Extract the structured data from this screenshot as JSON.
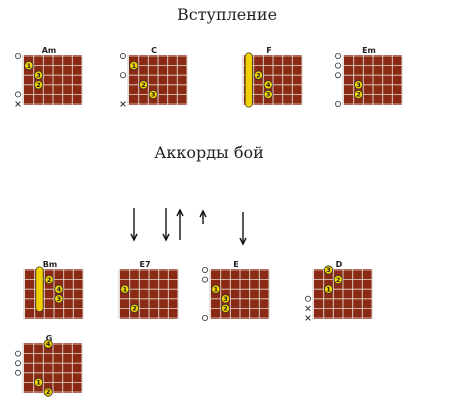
{
  "headings": {
    "intro": "Вступление",
    "chords": "Аккорды  бой"
  },
  "colors": {
    "board": "#8b2a14",
    "fret": "#d9c9c0",
    "string": "#e7d9cf",
    "dot_fill": "#f1d100",
    "dot_stroke": "#2a2a2a",
    "barre": "#f1d100",
    "arrow": "#111111"
  },
  "strum_pattern": [
    "down",
    "down",
    "up",
    "up",
    "down"
  ],
  "chords": [
    {
      "name": "Am",
      "group": "intro",
      "open": [
        1,
        5
      ],
      "muted": [
        6
      ],
      "barre": null,
      "fingers": [
        {
          "string": 2,
          "fret": 1,
          "finger": "1"
        },
        {
          "string": 3,
          "fret": 2,
          "finger": "3"
        },
        {
          "string": 4,
          "fret": 2,
          "finger": "2"
        }
      ]
    },
    {
      "name": "C",
      "group": "intro",
      "open": [
        1,
        3
      ],
      "muted": [
        6
      ],
      "barre": null,
      "fingers": [
        {
          "string": 2,
          "fret": 1,
          "finger": "1"
        },
        {
          "string": 4,
          "fret": 2,
          "finger": "2"
        },
        {
          "string": 5,
          "fret": 3,
          "finger": "3"
        }
      ]
    },
    {
      "name": "F",
      "group": "intro",
      "open": [],
      "muted": [],
      "barre": {
        "fret": 1,
        "from": 1,
        "to": 6
      },
      "fingers": [
        {
          "string": 3,
          "fret": 2,
          "finger": "2"
        },
        {
          "string": 4,
          "fret": 3,
          "finger": "4"
        },
        {
          "string": 5,
          "fret": 3,
          "finger": "3"
        }
      ]
    },
    {
      "name": "Em",
      "group": "intro",
      "open": [
        1,
        2,
        3,
        6
      ],
      "muted": [],
      "barre": null,
      "fingers": [
        {
          "string": 4,
          "fret": 2,
          "finger": "3"
        },
        {
          "string": 5,
          "fret": 2,
          "finger": "2"
        }
      ]
    },
    {
      "name": "Bm",
      "group": "fight",
      "open": [],
      "muted": [],
      "barre": {
        "fret": 2,
        "from": 1,
        "to": 5
      },
      "fingers": [
        {
          "string": 2,
          "fret": 3,
          "finger": "2"
        },
        {
          "string": 3,
          "fret": 4,
          "finger": "4"
        },
        {
          "string": 4,
          "fret": 4,
          "finger": "3"
        }
      ]
    },
    {
      "name": "E7",
      "group": "fight",
      "open": [],
      "muted": [],
      "barre": null,
      "fingers": [
        {
          "string": 3,
          "fret": 1,
          "finger": "1"
        },
        {
          "string": 5,
          "fret": 2,
          "finger": "2"
        }
      ]
    },
    {
      "name": "E",
      "group": "fight",
      "open": [
        1,
        2,
        6
      ],
      "muted": [],
      "barre": null,
      "fingers": [
        {
          "string": 3,
          "fret": 1,
          "finger": "1"
        },
        {
          "string": 4,
          "fret": 2,
          "finger": "3"
        },
        {
          "string": 5,
          "fret": 2,
          "finger": "2"
        }
      ]
    },
    {
      "name": "D",
      "group": "fight",
      "open": [
        4
      ],
      "muted": [
        5,
        6
      ],
      "barre": null,
      "fingers": [
        {
          "string": 1,
          "fret": 2,
          "finger": "3"
        },
        {
          "string": 2,
          "fret": 3,
          "finger": "2"
        },
        {
          "string": 3,
          "fret": 2,
          "finger": "1"
        }
      ]
    },
    {
      "name": "G",
      "group": "fight",
      "open": [
        2,
        3,
        4
      ],
      "muted": [],
      "barre": null,
      "fingers": [
        {
          "string": 1,
          "fret": 3,
          "finger": "4"
        },
        {
          "string": 5,
          "fret": 2,
          "finger": "1"
        },
        {
          "string": 6,
          "fret": 3,
          "finger": "2"
        }
      ]
    }
  ]
}
